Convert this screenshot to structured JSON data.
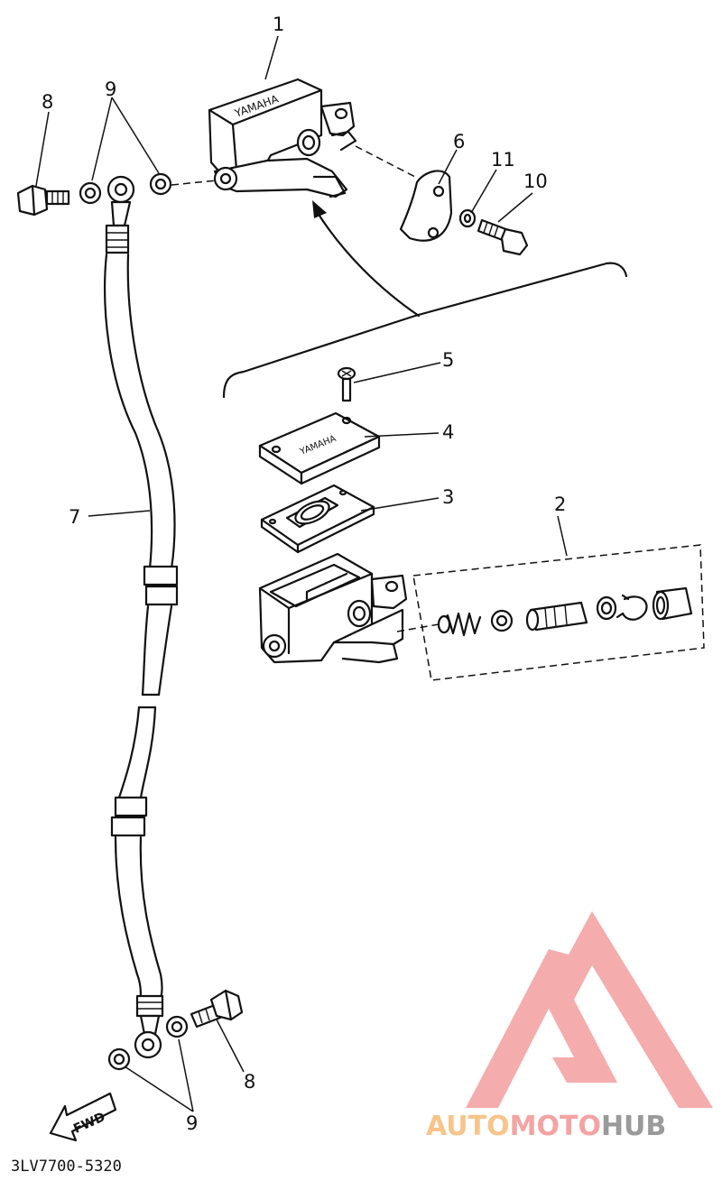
{
  "diagram": {
    "part_labels": {
      "p1": "1",
      "p2": "2",
      "p3": "3",
      "p4": "4",
      "p5": "5",
      "p6": "6",
      "p7": "7",
      "p8_top": "8",
      "p8_bottom": "8",
      "p9_top": "9",
      "p9_bottom": "9",
      "p10": "10",
      "p11": "11"
    },
    "reservoir_brand": "YAMAHA",
    "cap_brand": "YAMAHA",
    "fwd_label": "FWD",
    "diagram_code": "3LV7700-5320"
  },
  "watermark": {
    "text_part1": "AUTO",
    "text_part2": "MOTO",
    "text_part3": "HUB",
    "colors": {
      "auto": "#f7c48a",
      "moto": "#f4a3a3",
      "hub": "#9a9a9a",
      "logo": "#f4a3a3"
    },
    "logo_icon": "triangle-mg-logo-icon"
  }
}
